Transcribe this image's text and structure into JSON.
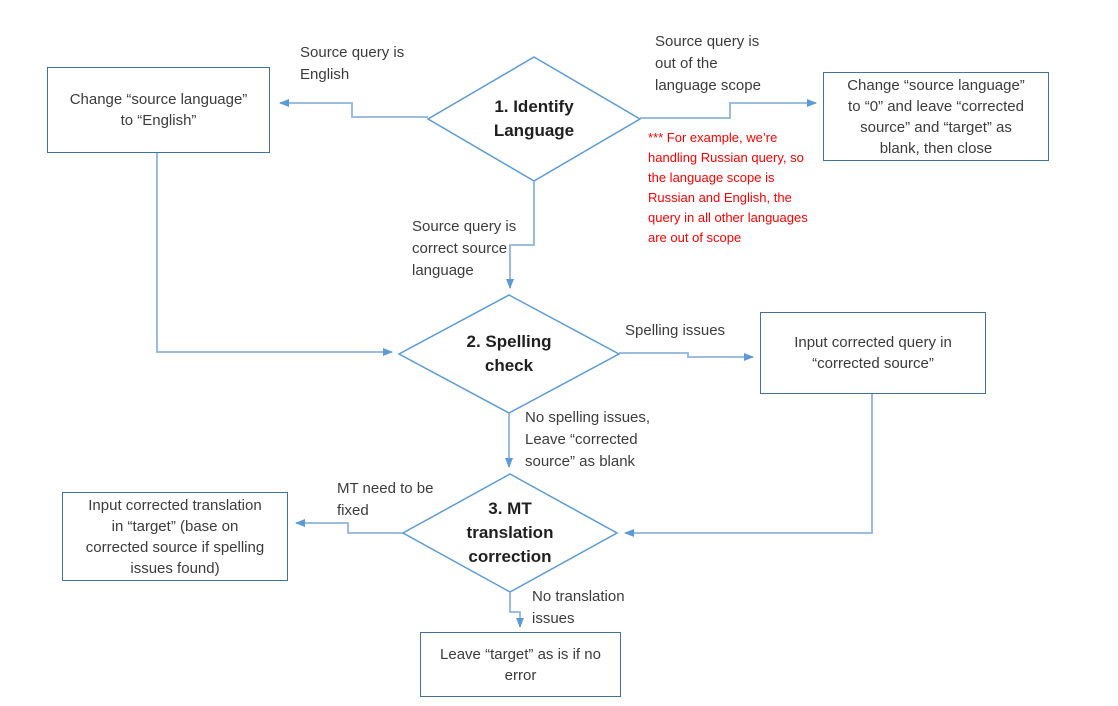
{
  "palette": {
    "box_border": "#41719C",
    "diamond_border": "#5B9BD5",
    "connector_line": "#8FB4DE",
    "arrowhead": "#5B9BD5",
    "text": "#3b3b3b",
    "note_text": "#FF0000",
    "background": "#FFFFFF"
  },
  "flowchart": {
    "decisions": {
      "identify_language": "1. Identify\nLanguage",
      "spelling_check": "2. Spelling\ncheck",
      "mt_correction": "3. MT\ntranslation\ncorrection"
    },
    "processes": {
      "change_english": "Change “source language”\nto “English”",
      "change_zero_close": "Change “source language”\nto “0” and leave “corrected\nsource” and “target” as\nblank, then close",
      "input_corrected_query": "Input corrected query in\n“corrected source”",
      "input_corrected_translation": "Input corrected translation\nin “target” (base on\ncorrected source if spelling\nissues found)",
      "leave_target": "Leave “target” as is if no\nerror"
    },
    "edge_labels": {
      "source_is_english": "Source query is\nEnglish",
      "out_of_scope": "Source query  is\nout of the\nlanguage scope",
      "correct_source_language": "Source query is\ncorrect source\nlanguage",
      "spelling_issues": "Spelling issues",
      "no_spelling_issues": "No spelling issues,\nLeave “corrected\nsource” as blank",
      "mt_need_fix": "MT need to be\nfixed",
      "no_translation_issues": "No translation\nissues"
    },
    "note": "*** For example, we’re\nhandling Russian query, so\nthe language scope is\nRussian and English, the\nquery in all other languages\nare out of scope"
  }
}
